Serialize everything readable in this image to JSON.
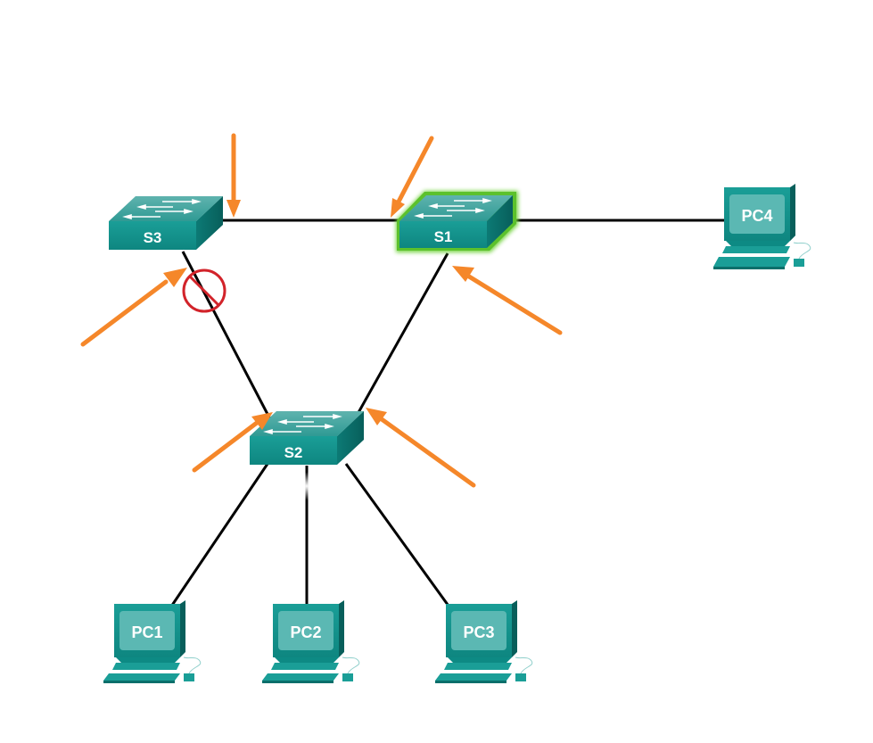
{
  "diagram": {
    "title": "",
    "colors": {
      "link": "#000000",
      "device_top": "#4aa8a3",
      "device_front": "#14938d",
      "device_side": "#0b6f6b",
      "screen": "#5bb8b3",
      "annotation_arrow": "#f5872a",
      "blocked_symbol": "#d2232a",
      "root_highlight": "#6fd13b"
    },
    "switches": [
      {
        "id": "S3",
        "label": "S3",
        "role": "switch",
        "root": false
      },
      {
        "id": "S1",
        "label": "S1",
        "role": "switch",
        "root": true
      },
      {
        "id": "S2",
        "label": "S2",
        "role": "switch",
        "root": false
      }
    ],
    "pcs": [
      {
        "id": "PC4",
        "label": "PC4"
      },
      {
        "id": "PC1",
        "label": "PC1"
      },
      {
        "id": "PC2",
        "label": "PC2"
      },
      {
        "id": "PC3",
        "label": "PC3"
      }
    ],
    "links": [
      {
        "from": "S3",
        "to": "S1",
        "state": "forwarding"
      },
      {
        "from": "S1",
        "to": "PC4",
        "state": "forwarding"
      },
      {
        "from": "S3",
        "to": "S2",
        "state": "blocked"
      },
      {
        "from": "S1",
        "to": "S2",
        "state": "forwarding"
      },
      {
        "from": "S2",
        "to": "PC1",
        "state": "forwarding"
      },
      {
        "from": "S2",
        "to": "PC2",
        "state": "forwarding"
      },
      {
        "from": "S2",
        "to": "PC3",
        "state": "forwarding"
      }
    ],
    "port_arrows": [
      {
        "device": "S3",
        "port_toward": "S1"
      },
      {
        "device": "S1",
        "port_toward": "S3"
      },
      {
        "device": "S3",
        "port_toward": "S2"
      },
      {
        "device": "S1",
        "port_toward": "S2"
      },
      {
        "device": "S2",
        "port_toward": "S3"
      },
      {
        "device": "S2",
        "port_toward": "S1"
      }
    ],
    "blocked_port": {
      "device": "S3",
      "port_toward": "S2",
      "symbol": "no-entry-icon"
    }
  }
}
